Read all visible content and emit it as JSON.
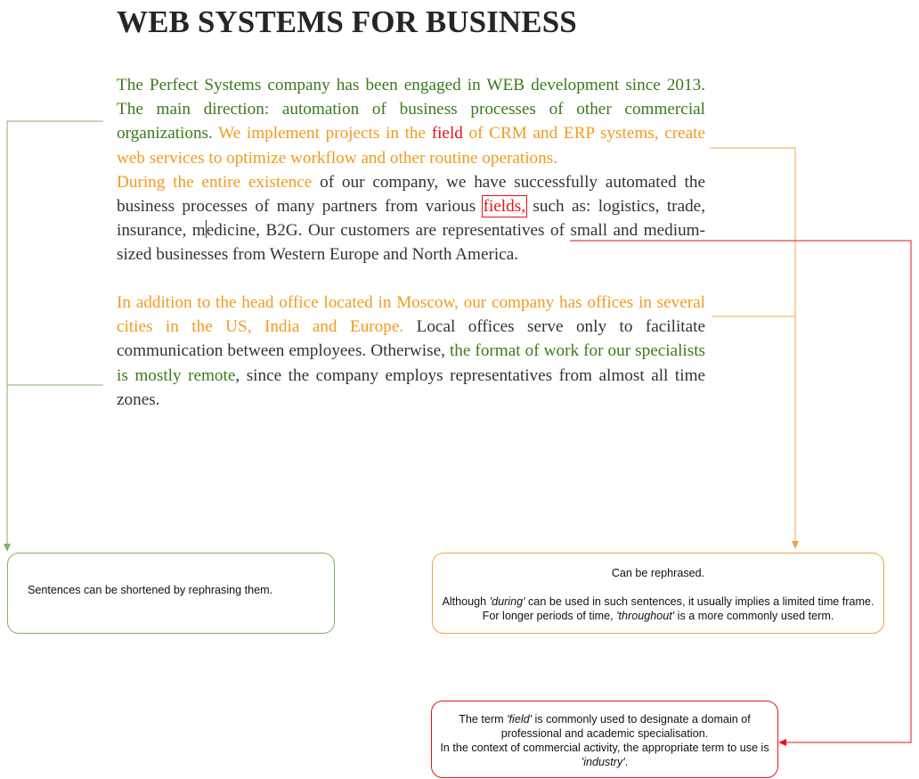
{
  "title": "WEB SYSTEMS FOR BUSINESS",
  "p1": {
    "s1": "The Perfect Systems company has been engaged in WEB development since 2013. The main direction: automation of business processes of other commercial organizations.",
    "s2a": " We implement projects in the ",
    "s2_field": "field",
    "s2b": " of CRM and ERP systems, create web services to optimize workflow and other routine operations.",
    "s3_during": "During the entire existence",
    "s3a": " of our company, we have successfully automated the business processes of many partners from various ",
    "s3_fields": "fields,",
    "s3b": " such as: logistics, trade, insurance, m",
    "s3c": "edicine, B2G. Our customers are representatives of small and medium-sized businesses from Western Europe and North America."
  },
  "p2": {
    "s1": "In addition to the head office located in Moscow, our company has offices in several cities in the US, India and Europe.",
    "s2": " Local offices serve only to facilitate communication between employees. Otherwise, ",
    "s3": "the format of work for our specialists is mostly remote",
    "s4": ", since the company employs representatives from almost all time zones."
  },
  "notes": {
    "green": "Sentences can be shortened by rephrasing them.",
    "orange": {
      "line1": "Can be rephrased.",
      "l2a": "Although ",
      "l2_during": "'during'",
      "l2b": " can be used in such sentences, it usually implies a limited time frame. For longer periods of time, ",
      "l2_throughout": "'throughout'",
      "l2c": " is a more commonly used term."
    },
    "red": {
      "a": "The term ",
      "field": "'field'",
      "b": " is commonly used to designate a domain of professional and academic specialisation.",
      "c": "In the context of commercial activity, the appropriate term to use is ",
      "industry": "'industry'",
      "d": "."
    }
  },
  "colors": {
    "green_text": "#3b7a1a",
    "orange_text": "#f39a1e",
    "red_text": "#e8101a",
    "green_line": "#82b366",
    "orange_line": "#f0a44a",
    "red_line": "#e8101a"
  }
}
